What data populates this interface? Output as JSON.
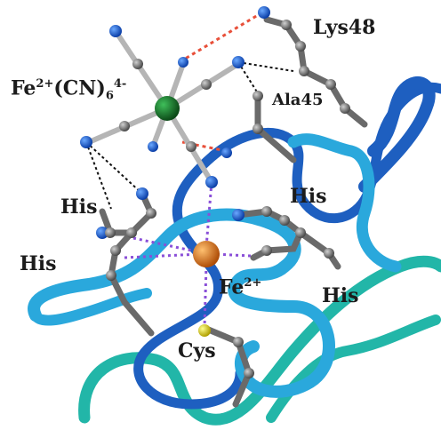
{
  "labels": {
    "lys48": "Lys48",
    "ala45": "Ala45",
    "fe_cn_base": "Fe",
    "fe_cn_sup1": "2+",
    "fe_cn_mid": "(CN)",
    "fe_cn_sub": "6",
    "fe_cn_sup2": "4-",
    "his_a": "His",
    "his_b": "His",
    "his_c": "His",
    "his_d": "His",
    "fe2_base": "Fe",
    "fe2_sup": "2+",
    "cys": "Cys"
  },
  "colors": {
    "ribbon_dark_blue": "#1e5fc0",
    "ribbon_light_blue": "#2aa8dc",
    "ribbon_teal": "#22b6a8",
    "carbon": "#8a8a8a",
    "nitrogen": "#1f6fe0",
    "iron_hexacyanide": "#1a6e2a",
    "iron_ion": "#e07a1a",
    "sulfur": "#f0e020",
    "hbond_red": "#e8503a",
    "contact_black": "#111111",
    "coordination_purple": "#8a4fd8"
  }
}
